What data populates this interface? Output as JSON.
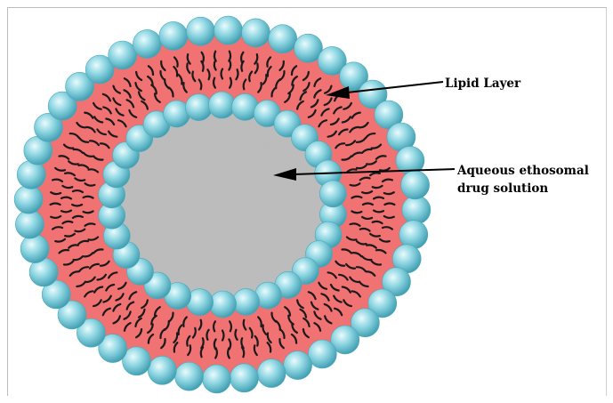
{
  "diagram": {
    "labels": {
      "lipid_layer": "Lipid Layer",
      "aqueous_line1": "Aqueous ethosomal",
      "aqueous_line2": "drug solution"
    },
    "colors": {
      "lipid_band": "#f07272",
      "core": "#bcbcbc",
      "head_light": "#e9fbfd",
      "head_mid": "#8fd6e2",
      "head_dark": "#3a9aae",
      "tail": "#1a1a1a",
      "arrow": "#000000"
    },
    "outer_head_count": 44,
    "inner_head_count": 30,
    "tail_rows": 4,
    "tails_per_row": [
      78,
      72,
      64,
      56
    ]
  }
}
